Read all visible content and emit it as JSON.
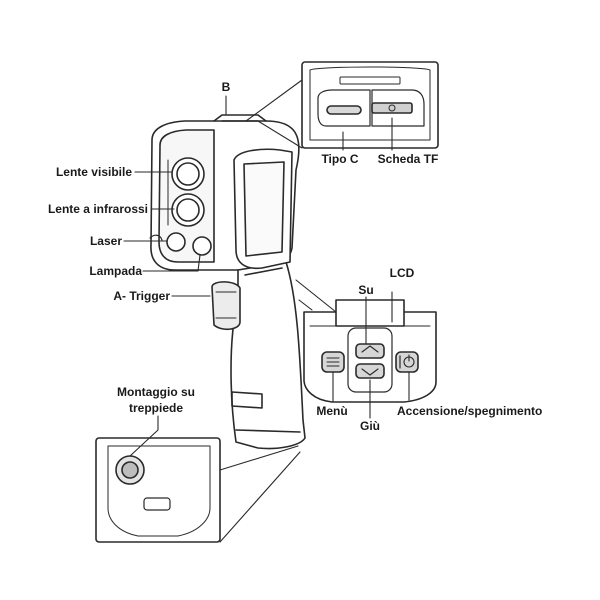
{
  "labels": {
    "b": "B",
    "visible_lens": "Lente visibile",
    "ir_lens": "Lente a infrarossi",
    "laser": "Laser",
    "lamp": "Lampada",
    "trigger": "A- Trigger",
    "usb_c": "Tipo C",
    "tf_card": "Scheda TF",
    "lcd": "LCD",
    "up": "Su",
    "menu": "Menù",
    "down": "Giù",
    "power": "Accensione/spegnimento",
    "tripod_line1": "Montaggio su",
    "tripod_line2": "treppiede"
  }
}
